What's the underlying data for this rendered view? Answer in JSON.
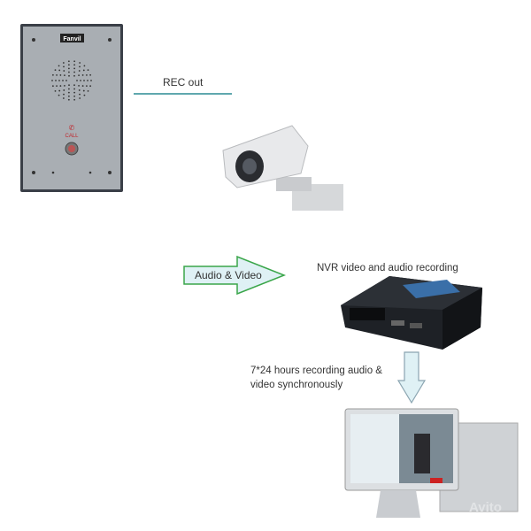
{
  "intercom": {
    "brand": "Fanvil",
    "call_label": "CALL"
  },
  "labels": {
    "rec_out": "REC out",
    "audio_video": "Audio & Video",
    "nvr": "NVR video and audio recording",
    "recording_line1": "7*24 hours recording audio &",
    "recording_line2": "video synchronously"
  },
  "watermark": "Avito",
  "colors": {
    "rec_line": "#2a8c94",
    "arrow_fill": "#dff1f5",
    "arrow_green": "#3aa64a",
    "arrow_blue": "#8aa4b0"
  }
}
